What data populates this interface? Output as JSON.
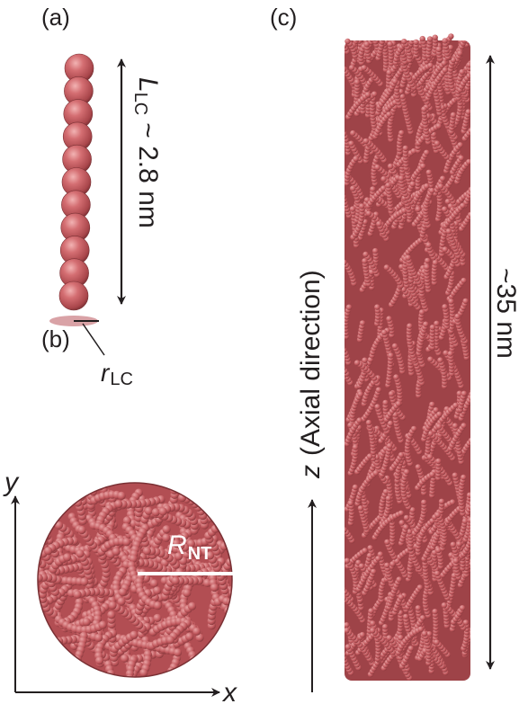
{
  "figure": {
    "colors": {
      "bead": "#c0575c",
      "bead_highlight": "#e08a8c",
      "bead_shadow": "#6e2a2e",
      "ink": "#231f20",
      "marker_line": "#ffffff",
      "radius_ellipse": "#d9a2a6"
    },
    "panel_a": {
      "label": "(a)",
      "length_symbol": "L",
      "length_subscript": "LC",
      "length_value": "~ 2.8 nm",
      "radius_symbol": "r",
      "radius_subscript": "LC",
      "bead_count": 11
    },
    "panel_b": {
      "label": "(b)",
      "radius_symbol": "R",
      "radius_subscript": "NT",
      "x_axis_label": "x",
      "y_axis_label": "y"
    },
    "panel_c": {
      "label": "(c)",
      "axis_label_symbol": "z",
      "axis_label_text": "(Axial direction)",
      "length_label": "~35 nm"
    }
  }
}
